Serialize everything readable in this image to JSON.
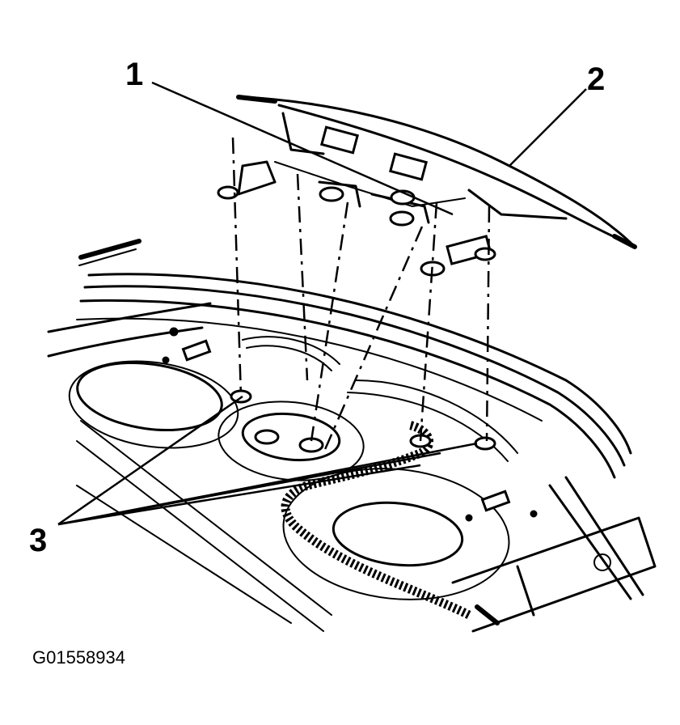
{
  "callouts": {
    "c1": "1",
    "c2": "2",
    "c3": "3"
  },
  "figure_id": "G01558934"
}
